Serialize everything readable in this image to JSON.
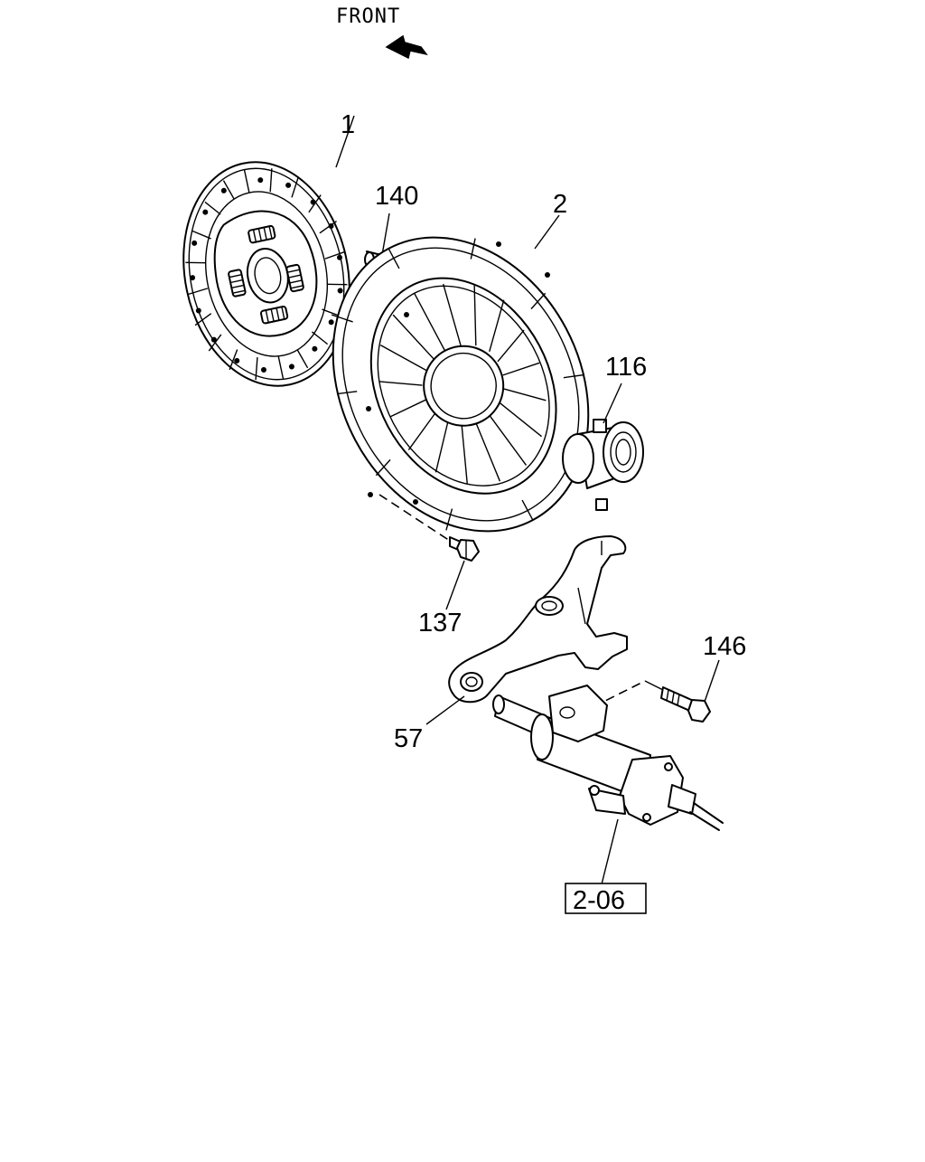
{
  "orientation": {
    "label": "FRONT",
    "arrow_icon": "arrow-up-left-icon"
  },
  "callouts": {
    "clutch_disc": "1",
    "pressure_plate": "2",
    "dowel_pin": "140",
    "release_bearing": "116",
    "plate_bolt": "137",
    "release_fork": "57",
    "cylinder_bolt": "146"
  },
  "reference_box": {
    "label": "2-06"
  }
}
